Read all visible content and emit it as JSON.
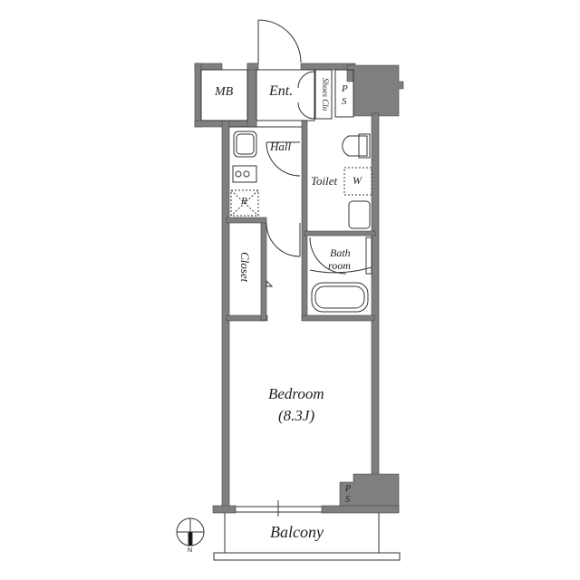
{
  "floorplan": {
    "title": "1K floor plan",
    "wall_color": "#7f7f7f",
    "line_color": "#333333",
    "rooms": [
      {
        "id": "mb",
        "label": "MB"
      },
      {
        "id": "entrance",
        "label": "Ent."
      },
      {
        "id": "shoes",
        "label": "Shoes Clo"
      },
      {
        "id": "ps_top",
        "label_p": "P",
        "label_s": "S"
      },
      {
        "id": "hall",
        "label": "Hall"
      },
      {
        "id": "toilet",
        "label": "Toilet"
      },
      {
        "id": "washer",
        "label": "W"
      },
      {
        "id": "fridge",
        "label": "R"
      },
      {
        "id": "bath",
        "label_line1": "Bath",
        "label_line2": "room"
      },
      {
        "id": "closet",
        "label": "Closet"
      },
      {
        "id": "bedroom",
        "label": "Bedroom",
        "area": "(8.3J)"
      },
      {
        "id": "ps_bottom",
        "label_p": "P",
        "label_s": "S"
      },
      {
        "id": "balcony",
        "label": "Balcony"
      }
    ],
    "compass": {
      "label": "N"
    }
  }
}
